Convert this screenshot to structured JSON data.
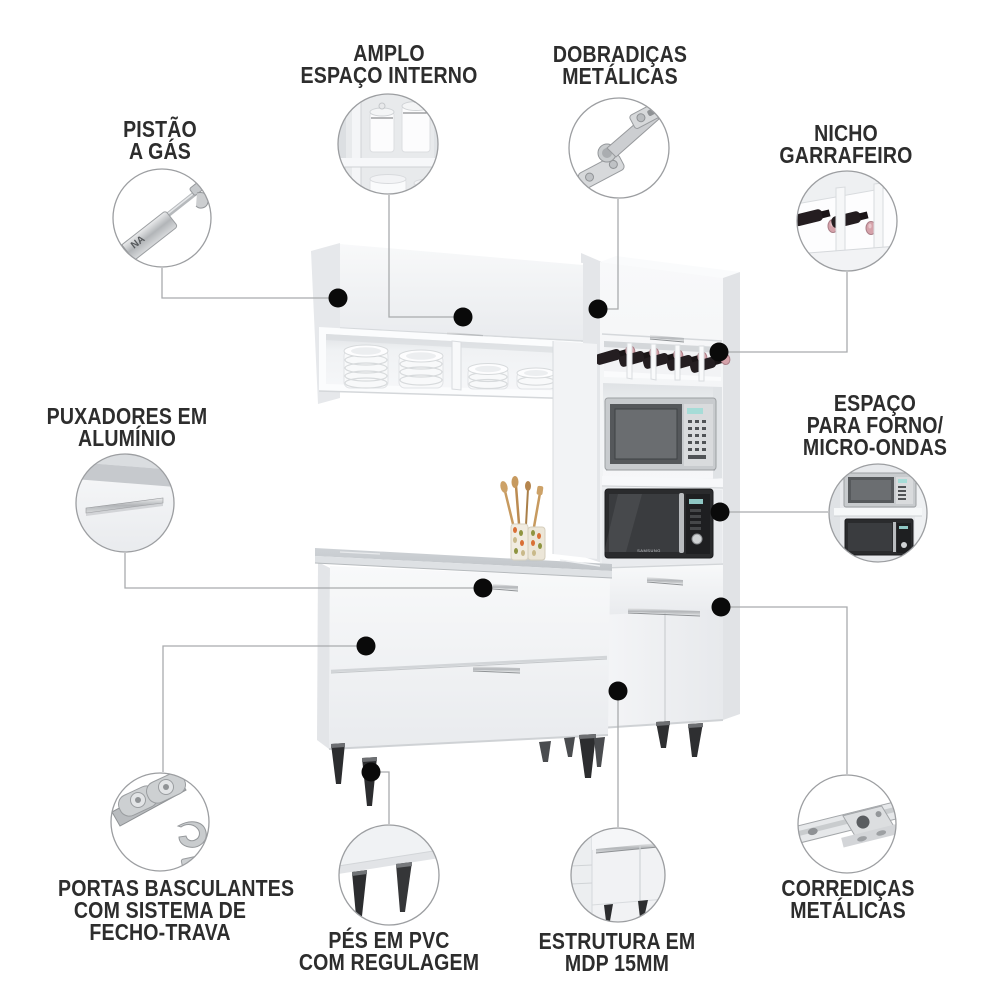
{
  "diagram": {
    "type": "product-feature-callout-diagram",
    "product": "armário de cozinha branco (white kitchen cabinet set)",
    "background_color": "#ffffff",
    "label_text_color": "#2d2d2d",
    "connector_line_color": "#a9abad",
    "callout_dot_color": "#0a0a0a",
    "detail_circle_border_color": "#9c9ea1",
    "cabinet_white": "#f2f4f6",
    "countertop_gray": "#c9cdd1",
    "handle_silver": "#b7babd",
    "leg_black": "#2c2d2f",
    "bottle_cap_rose": "#d5a2aa"
  },
  "callouts": [
    {
      "id": "pistao-a-gas",
      "lines": [
        "PISTÃO",
        "A GÁS"
      ],
      "detail_icon": "gas-piston"
    },
    {
      "id": "amplo-espaco-interno",
      "lines": [
        "AMPLO",
        "ESPAÇO INTERNO"
      ],
      "detail_icon": "cabinet-interior-with-jars"
    },
    {
      "id": "dobradicas-metalicas",
      "lines": [
        "DOBRADIÇAS",
        "METÁLICAS"
      ],
      "detail_icon": "metal-hinge"
    },
    {
      "id": "nicho-garrafeiro",
      "lines": [
        "NICHO",
        "GARRAFEIRO"
      ],
      "detail_icon": "wine-bottle-rack"
    },
    {
      "id": "puxadores-aluminio",
      "lines": [
        "PUXADORES EM",
        "ALUMÍNIO"
      ],
      "detail_icon": "aluminium-handle"
    },
    {
      "id": "espaco-forno-micro",
      "lines": [
        "ESPAÇO",
        "PARA FORNO/",
        "MICRO-ONDAS"
      ],
      "detail_icon": "stacked-microwaves"
    },
    {
      "id": "portas-basculantes",
      "lines": [
        "PORTAS BASCULANTES",
        "COM SISTEMA DE",
        "FECHO-TRAVA"
      ],
      "detail_icon": "latch-lock"
    },
    {
      "id": "pes-pvc",
      "lines": [
        "PÉS EM PVC",
        "COM REGULAGEM"
      ],
      "detail_icon": "pvc-adjustable-feet"
    },
    {
      "id": "estrutura-mdp",
      "lines": [
        "ESTRUTURA EM",
        "MDP 15MM"
      ],
      "detail_icon": "mdp-panel-structure"
    },
    {
      "id": "corredicas-metalicas",
      "lines": [
        "CORREDIÇAS",
        "METÁLICAS"
      ],
      "detail_icon": "metal-drawer-slide"
    }
  ],
  "product_markings": {
    "microwave_brand": "SAMSUNG",
    "piston_marking": "NA"
  }
}
